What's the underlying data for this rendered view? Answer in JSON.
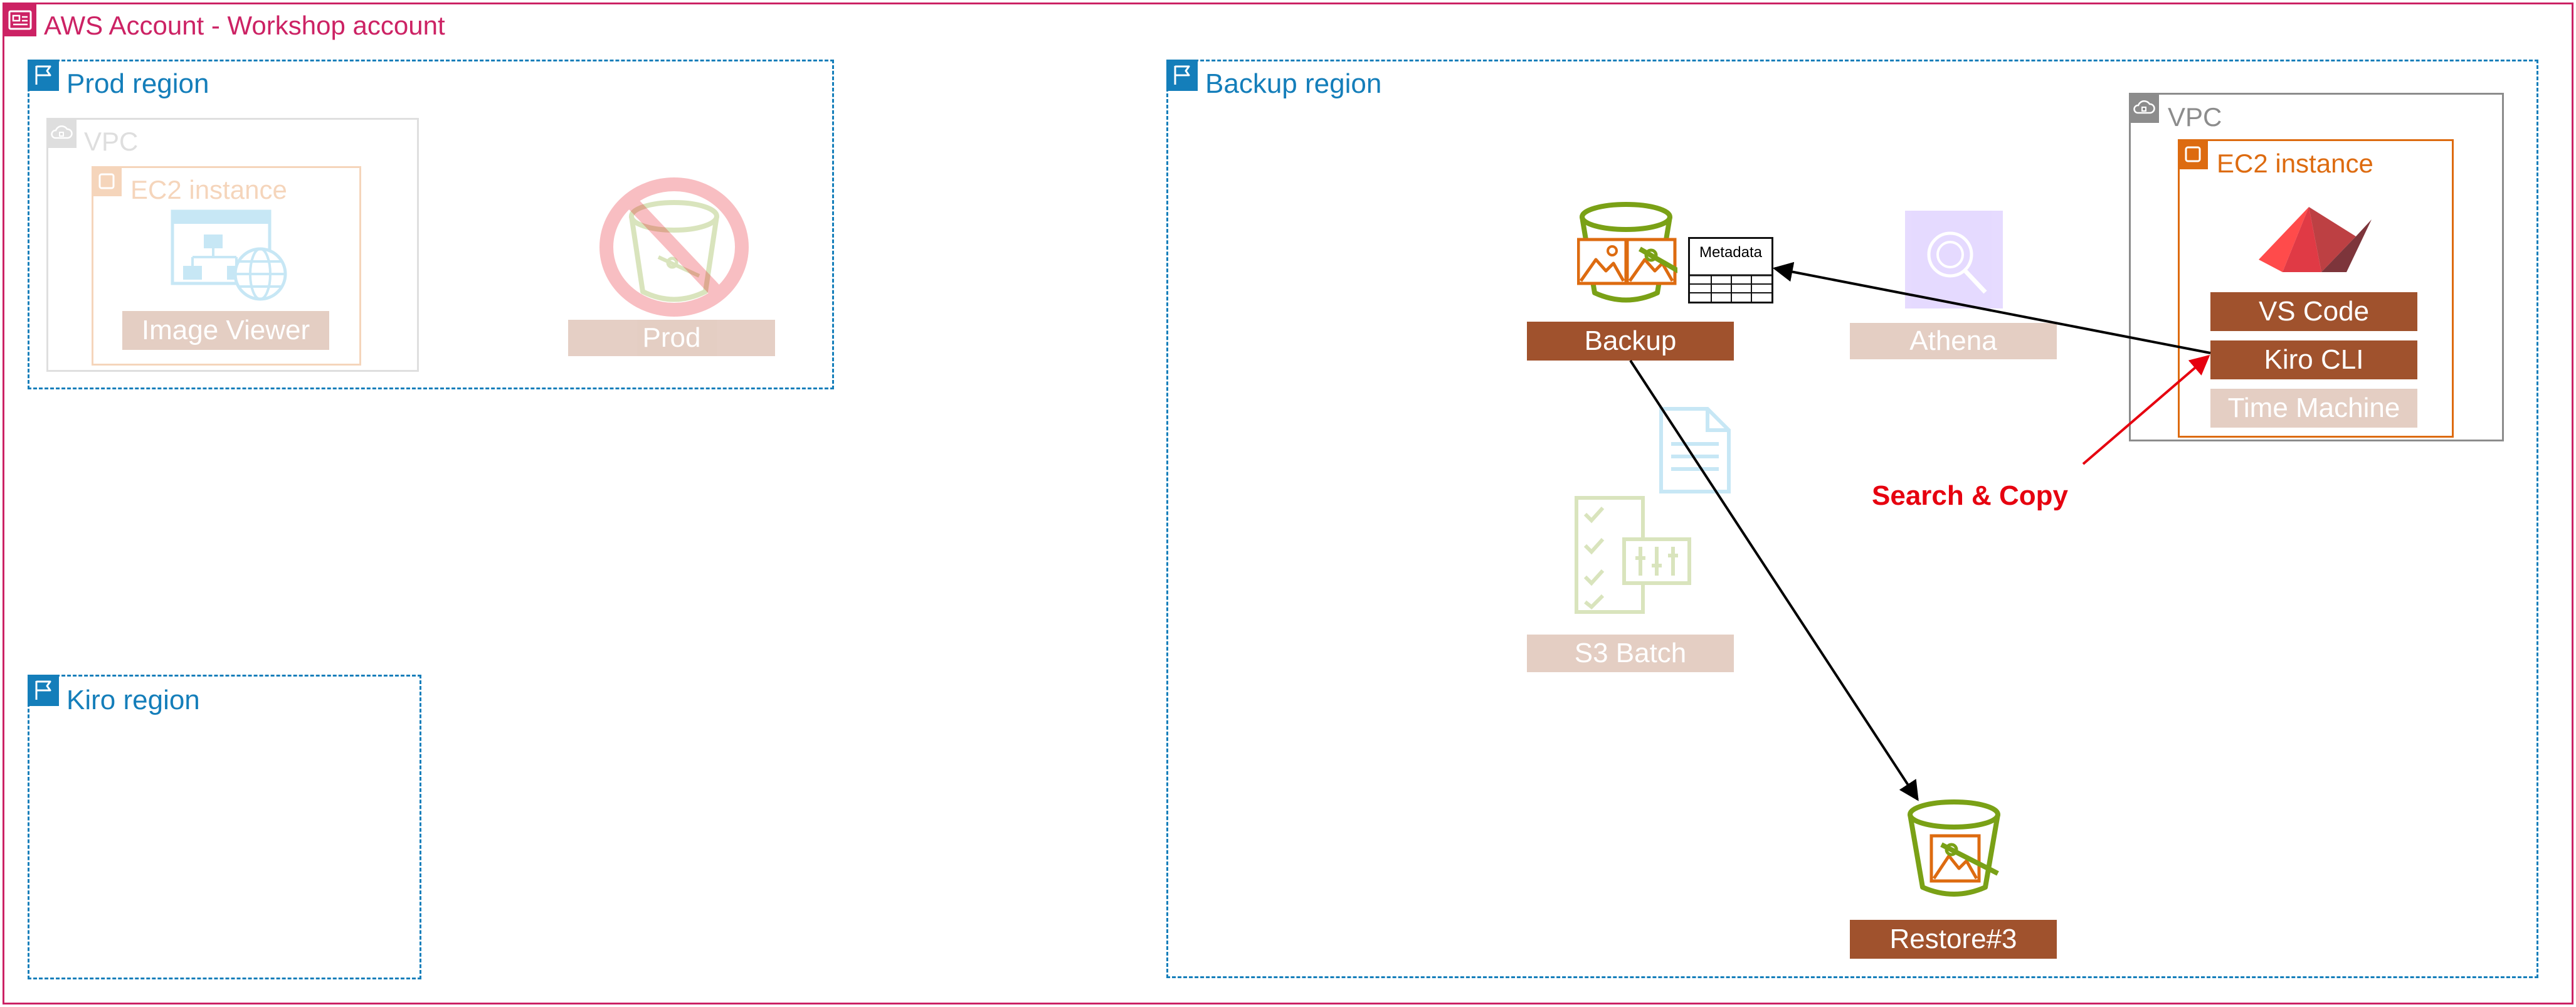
{
  "account": {
    "title": "AWS Account - Workshop account"
  },
  "regions": {
    "prod": "Prod region",
    "backup": "Backup region",
    "kiro": "Kiro region"
  },
  "prod_vpc": {
    "title": "VPC",
    "ec2_title": "EC2 instance",
    "app_label": "Image Viewer"
  },
  "prod_bucket": {
    "label": "Prod"
  },
  "backup_vpc": {
    "title": "VPC",
    "ec2_title": "EC2 instance"
  },
  "tools": [
    "VS Code",
    "Kiro CLI",
    "Time Machine"
  ],
  "nodes": {
    "backup": "Backup",
    "metadata": "Metadata",
    "athena": "Athena",
    "s3batch": "S3 Batch",
    "restore": "Restore#3"
  },
  "edges": {
    "search_copy": "Search & Copy"
  },
  "colors": {
    "account_border": "#cc2264",
    "region_border": "#147eba",
    "vpc_border": "#8c8c8c",
    "ec2_border": "#dd6b10",
    "label_fill": "#a0522d",
    "bucket_green": "#7aa116",
    "image_orange": "#dd6b10",
    "arrow_red": "#e6000f",
    "athena_purple": "#8c4fff"
  }
}
